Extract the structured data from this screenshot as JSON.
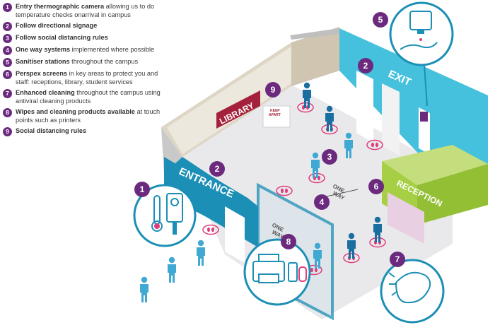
{
  "legend": [
    {
      "n": "1",
      "bold": "Entry thermographic camera",
      "rest": " allowing us to do temperature checks onarrival in campus"
    },
    {
      "n": "2",
      "bold": "Follow directional signage",
      "rest": ""
    },
    {
      "n": "3",
      "bold": "Follow social distancing rules",
      "rest": ""
    },
    {
      "n": "4",
      "bold": "One way systems",
      "rest": " implemented where possible"
    },
    {
      "n": "5",
      "bold": "Sanitiser stations",
      "rest": " throughout the campus"
    },
    {
      "n": "6",
      "bold": "Perspex screens",
      "rest": " in key areas to protect you and staff: receptions, library, student services"
    },
    {
      "n": "7",
      "bold": "Enhanced cleaning",
      "rest": " throughout the campus using antiviral cleaning products"
    },
    {
      "n": "8",
      "bold": "Wipes and cleaning products available",
      "rest": " at touch points such as printers"
    },
    {
      "n": "9",
      "bold": "Social distancing rules",
      "rest": ""
    }
  ],
  "signs": {
    "library": "LIBRARY",
    "exit": "EXIT",
    "entrance": "ENTRANCE",
    "reception": "RECEPTION",
    "one_way_1": "ONE",
    "one_way_2": "WAY",
    "keep_apart_1": "KEEP",
    "keep_apart_2": "APART"
  },
  "markers": {
    "m1": "1",
    "m2a": "2",
    "m2b": "2",
    "m3": "3",
    "m4": "4",
    "m5": "5",
    "m6": "6",
    "m7": "7",
    "m8": "8",
    "m9": "9"
  },
  "colors": {
    "purple": "#6b2a7e",
    "teal": "#1b8fb5",
    "cyan": "#45c1dd",
    "green": "#a7cf45",
    "red": "#a5203a",
    "pink": "#e03c7a",
    "person": "#3fa9d4"
  }
}
